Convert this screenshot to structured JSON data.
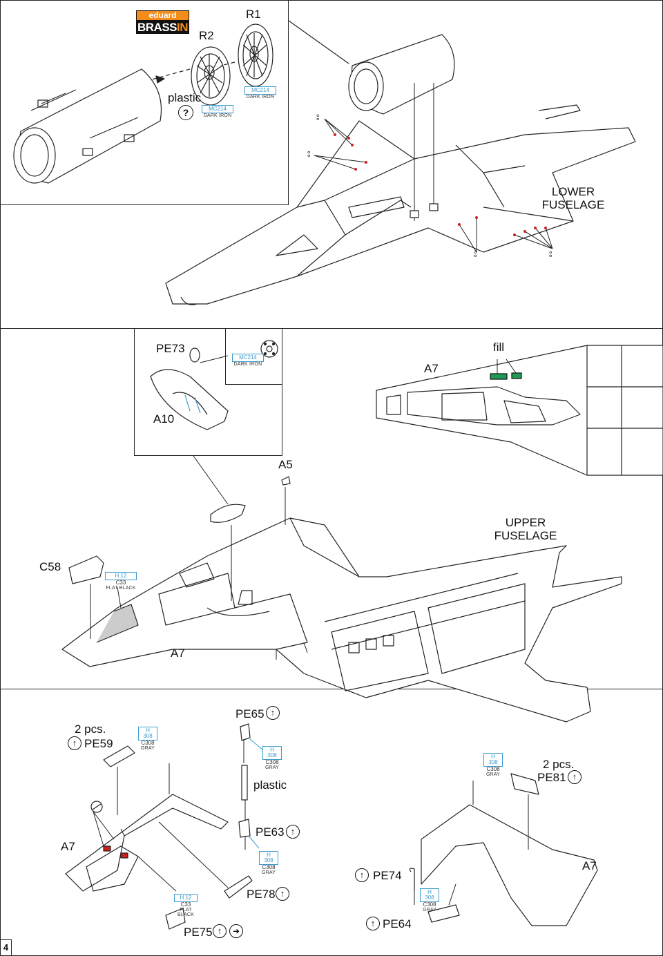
{
  "page_number": "4",
  "brand": {
    "top": "eduard",
    "bottom_a": "BRASS",
    "bottom_b": "IN"
  },
  "section1": {
    "parts": {
      "r1": "R1",
      "r2": "R2",
      "plastic": "plastic",
      "question": "?"
    },
    "paint_nozzle": {
      "code": "MC214",
      "name": "DARK IRON"
    },
    "paint_ring": {
      "code": "MC214",
      "name": "DARK IRON"
    },
    "lower_fuselage": [
      "LOWER",
      "FUSELAGE"
    ]
  },
  "section2": {
    "pe73": "PE73",
    "a10": "A10",
    "paint": {
      "code": "MC214",
      "name": "DARK IRON"
    },
    "a7_top": "A7",
    "fill": "fill",
    "a5": "A5",
    "upper_fuselage": [
      "UPPER",
      "FUSELAGE"
    ],
    "c58": "C58",
    "paint_black": {
      "code": "H 12",
      "code2": "C33",
      "name": "FLAT BLACK"
    },
    "a7_bottom": "A7"
  },
  "section3": {
    "left": {
      "qty": "2 pcs.",
      "pe59": "PE59",
      "paint_pe59": {
        "code": "H 308",
        "code2": "C308",
        "name": "GRAY"
      },
      "a7": "A7",
      "paint_pe75": {
        "code": "H 12",
        "code2": "C33",
        "name": "FLAT BLACK"
      },
      "pe75": "PE75"
    },
    "center": {
      "pe65": "PE65",
      "paint_pe65": {
        "code": "H 308",
        "code2": "C308",
        "name": "GRAY"
      },
      "plastic": "plastic",
      "pe63": "PE63",
      "paint_pe63": {
        "code": "H 308",
        "code2": "C308",
        "name": "GRAY"
      },
      "pe78": "PE78"
    },
    "right": {
      "paint_pe81": {
        "code": "H 308",
        "code2": "C308",
        "name": "GRAY"
      },
      "qty": "2 pcs.",
      "pe81": "PE81",
      "a7": "A7",
      "pe74": "PE74",
      "paint_pe74": {
        "code": "H 308",
        "code2": "C308",
        "name": "GRAY"
      },
      "pe64": "PE64"
    }
  },
  "colors": {
    "accent_blue": "#3a9bd0",
    "fill_green": "#1f9a55",
    "brand_orange": "#f28c1b",
    "drill_red": "#cc1f1f"
  }
}
